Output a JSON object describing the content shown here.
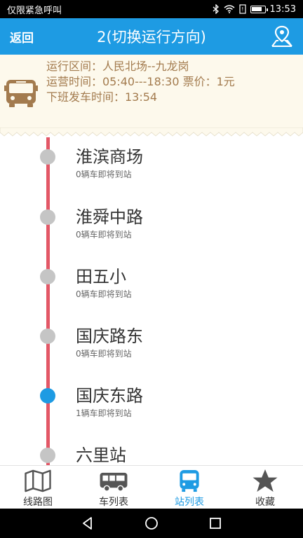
{
  "status_bar": {
    "left_text": "仅限紧急呼叫",
    "time": "13:53",
    "battery_level": 0.85
  },
  "header": {
    "back_label": "返回",
    "title": "2(切换运行方向)",
    "map_icon": "map-pin-icon"
  },
  "route_info": {
    "range": "运行区间：人民北场--九龙岗",
    "hours": "运营时间：05:40---18:30 票价：1元",
    "next_departure": "下班发车时间：13:54"
  },
  "stations": [
    {
      "name": "淮滨商场",
      "arrival": "0辆车即将到站",
      "active": false
    },
    {
      "name": "淮舜中路",
      "arrival": "0辆车即将到站",
      "active": false
    },
    {
      "name": "田五小",
      "arrival": "0辆车即将到站",
      "active": false
    },
    {
      "name": "国庆路东",
      "arrival": "0辆车即将到站",
      "active": false
    },
    {
      "name": "国庆东路",
      "arrival": "1辆车即将到站",
      "active": true
    },
    {
      "name": "六里站",
      "arrival": "",
      "active": false
    }
  ],
  "tabs": [
    {
      "label": "线路图",
      "icon": "map-icon",
      "active": false
    },
    {
      "label": "车列表",
      "icon": "bus-icon",
      "active": false
    },
    {
      "label": "站列表",
      "icon": "bus-front-icon",
      "active": true
    },
    {
      "label": "收藏",
      "icon": "star-icon",
      "active": false
    }
  ],
  "colors": {
    "header_bg": "#1e9be3",
    "route_line": "#e35766",
    "info_text": "#a37b4e",
    "info_bg": "#fdf9ec",
    "active": "#1e9be3"
  }
}
